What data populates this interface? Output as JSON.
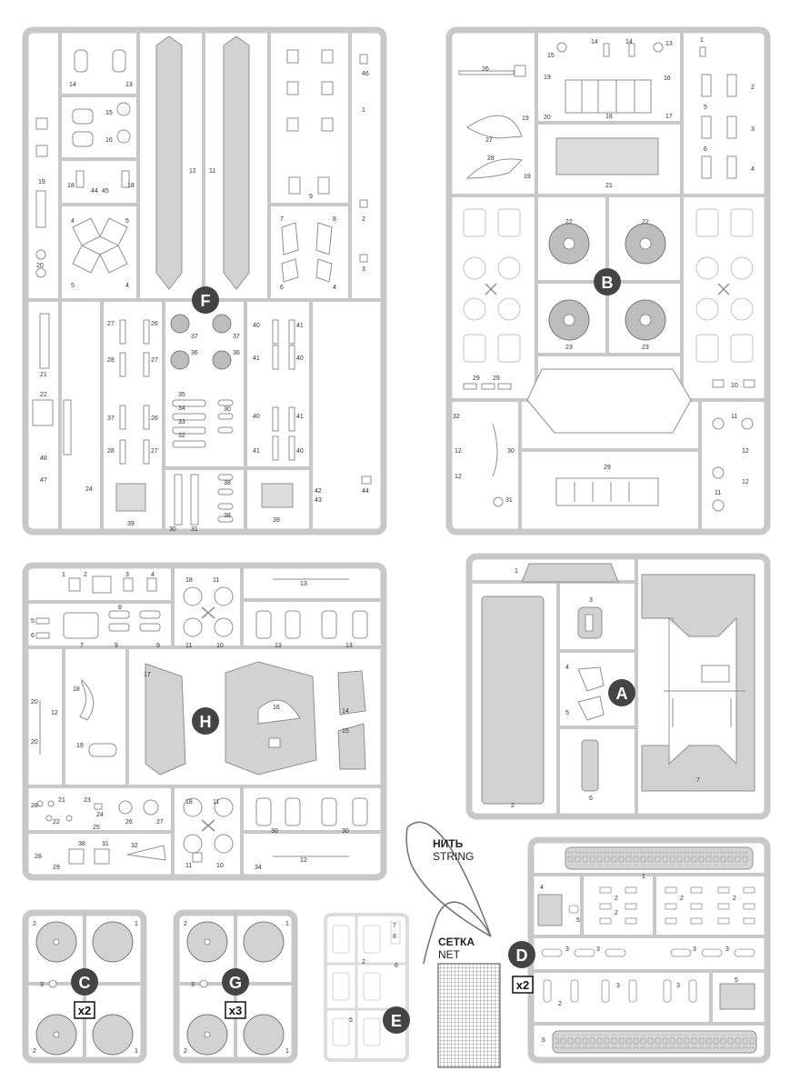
{
  "sprues": {
    "F": {
      "letter": "F"
    },
    "B": {
      "letter": "B"
    },
    "H": {
      "letter": "H"
    },
    "A": {
      "letter": "A"
    },
    "C": {
      "letter": "C",
      "multiplier": "x2"
    },
    "G": {
      "letter": "G",
      "multiplier": "x3"
    },
    "E": {
      "letter": "E"
    },
    "D": {
      "letter": "D",
      "multiplier": "x2"
    }
  },
  "extras": {
    "string_ru": "НИТЬ",
    "string_en": "STRING",
    "net_ru": "СЕТКА",
    "net_en": "NET"
  },
  "part_numbers": {
    "F": [
      "14",
      "13",
      "15",
      "16",
      "18",
      "44",
      "45",
      "18",
      "19",
      "20",
      "4",
      "5",
      "5",
      "4",
      "12",
      "11",
      "46",
      "1",
      "2",
      "3",
      "9",
      "7",
      "8",
      "6",
      "4",
      "27",
      "26",
      "27",
      "28",
      "27",
      "37",
      "37",
      "36",
      "36",
      "35",
      "34",
      "33",
      "32",
      "30",
      "38",
      "38",
      "40",
      "41",
      "41",
      "40",
      "40",
      "41",
      "41",
      "40",
      "21",
      "22",
      "48",
      "47",
      "24",
      "39",
      "30",
      "31",
      "39",
      "42",
      "43",
      "44"
    ],
    "B": [
      "15",
      "14",
      "14",
      "13",
      "1",
      "26",
      "19",
      "16",
      "20",
      "18",
      "17",
      "27",
      "28",
      "19",
      "21",
      "2",
      "3",
      "4",
      "5",
      "6",
      "22",
      "22",
      "23",
      "23",
      "29",
      "29",
      "10",
      "11",
      "32",
      "12",
      "12",
      "30",
      "29",
      "31",
      "11",
      "12",
      "12"
    ],
    "H": [
      "1",
      "2",
      "3",
      "4",
      "18",
      "11",
      "13",
      "5",
      "6",
      "7",
      "8",
      "9",
      "9",
      "11",
      "10",
      "13",
      "13",
      "17",
      "16",
      "18",
      "20",
      "12",
      "20",
      "19",
      "14",
      "15",
      "28",
      "21",
      "23",
      "22",
      "25",
      "24",
      "26",
      "27",
      "18",
      "11",
      "30",
      "30",
      "28",
      "29",
      "38",
      "31",
      "32",
      "11",
      "10",
      "34",
      "12"
    ],
    "A": [
      "1",
      "3",
      "4",
      "5",
      "2",
      "6",
      "7"
    ],
    "C": [
      "2",
      "1",
      "3",
      "2",
      "1"
    ],
    "G": [
      "2",
      "1",
      "3",
      "2",
      "1"
    ],
    "E": [
      "7",
      "8",
      "2",
      "6",
      "5"
    ],
    "D": [
      "1",
      "4",
      "2",
      "5",
      "2",
      "2",
      "2",
      "2",
      "3",
      "3",
      "3",
      "3",
      "3",
      "2",
      "3",
      "3",
      "5",
      "6"
    ]
  }
}
